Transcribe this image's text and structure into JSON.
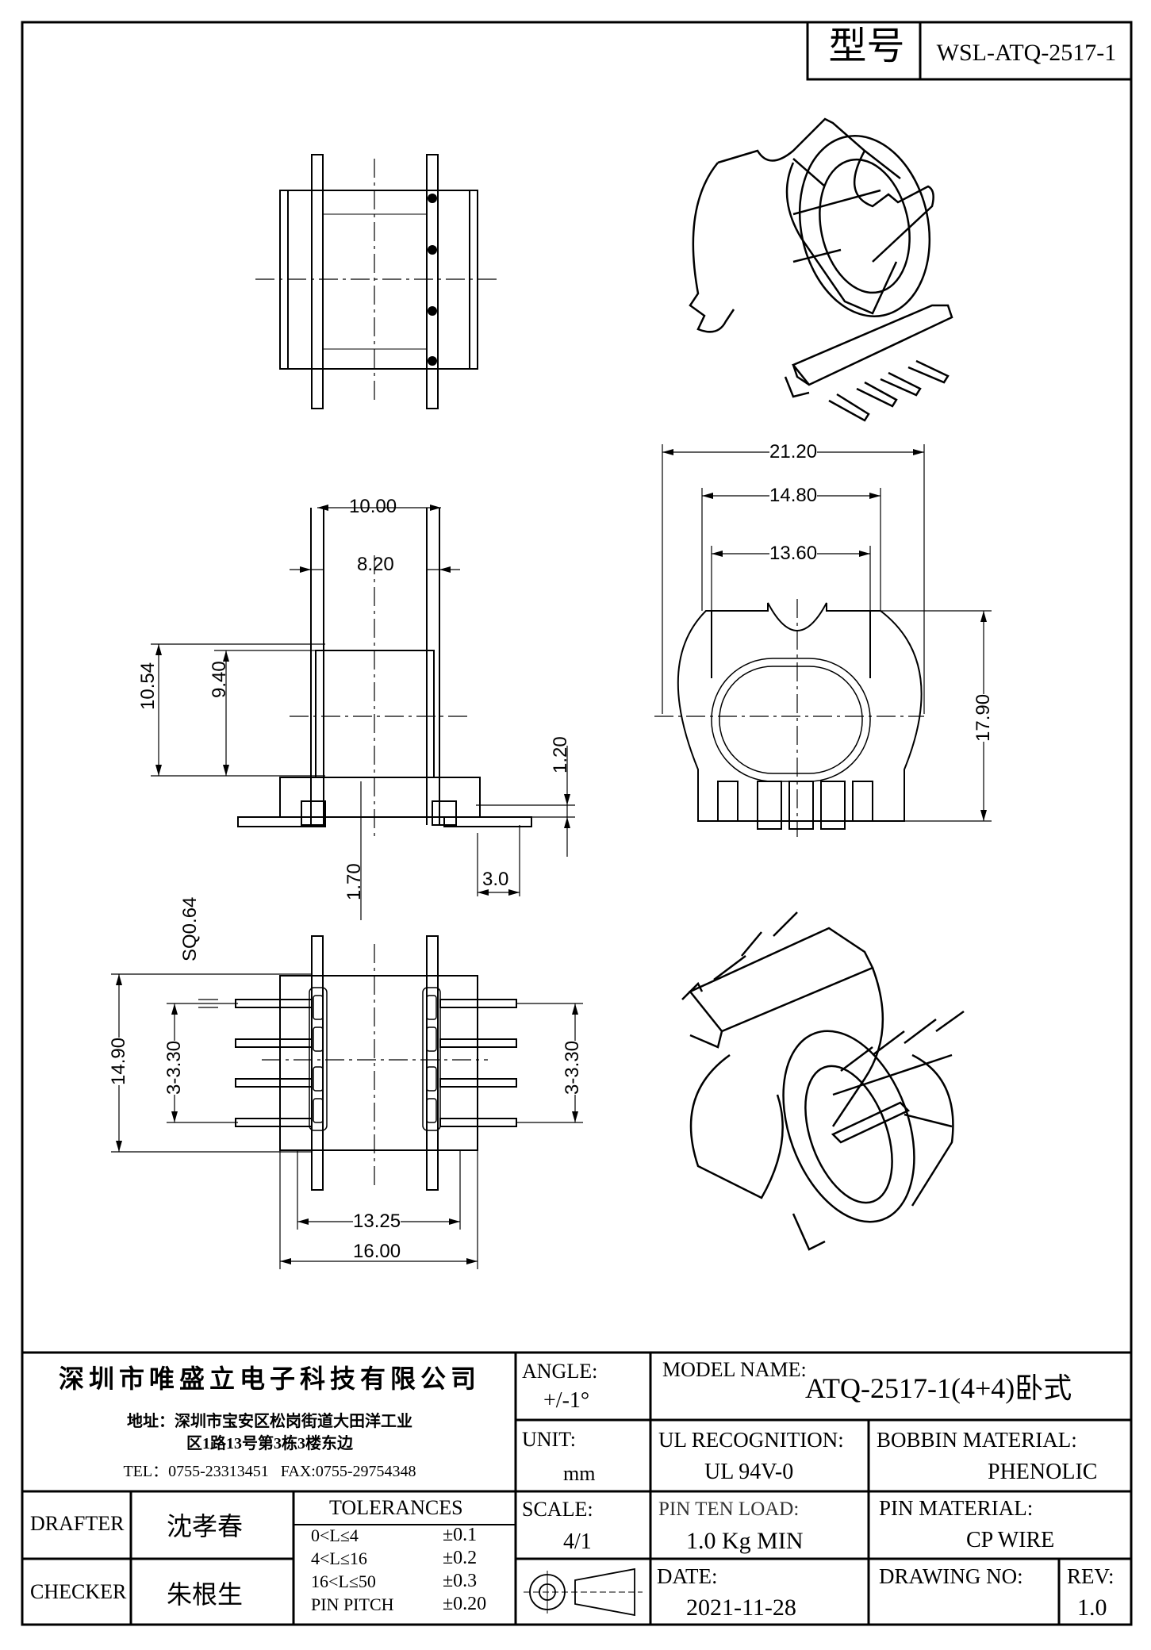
{
  "header": {
    "model_label": "型号",
    "model_code": "WSL-ATQ-2517-1"
  },
  "dimensions": {
    "top_view": {
      "d1": "10.00",
      "d2": "8.20",
      "d3": "10.54",
      "d4": "9.40",
      "d5": "1.20",
      "d6": "1.70",
      "d7": "3.0"
    },
    "front_view": {
      "w1": "21.20",
      "w2": "14.80",
      "w3": "13.60",
      "h1": "17.90"
    },
    "bottom_view": {
      "sq": "SQ0.64",
      "h_total": "14.90",
      "pitch_left": "3-3.30",
      "pitch_right": "3-3.30",
      "w_inner": "13.25",
      "w_outer": "16.00"
    }
  },
  "title_block": {
    "company": "深圳市唯盛立电子科技有限公司",
    "address_line1": "地址：深圳市宝安区松岗街道大田洋工业",
    "address_line2": "区1路13号第3栋3楼东边",
    "contact": "TEL：0755-23313451   FAX:0755-29754348",
    "angle_label": "ANGLE:",
    "angle_value": "+/-1°",
    "model_name_label": "MODEL NAME:",
    "model_name_value": "ATQ-2517-1(4+4)卧式",
    "unit_label": "UNIT:",
    "unit_value": "mm",
    "ul_label": "UL RECOGNITION:",
    "ul_value": "UL 94V-0",
    "bobbin_label": "BOBBIN MATERIAL:",
    "bobbin_value": "PHENOLIC",
    "drafter_label": "DRAFTER",
    "drafter_value": "沈孝春",
    "checker_label": "CHECKER",
    "checker_value": "朱根生",
    "tolerances_label": "TOLERANCES",
    "tolerances": [
      {
        "range": "0<L≤4",
        "value": "±0.1"
      },
      {
        "range": "4<L≤16",
        "value": "±0.2"
      },
      {
        "range": "16<L≤50",
        "value": "±0.3"
      },
      {
        "range": "PIN PITCH",
        "value": "±0.20"
      }
    ],
    "scale_label": "SCALE:",
    "scale_value": "4/1",
    "pin_load_label": "PIN TEN LOAD:",
    "pin_load_value": "1.0 Kg MIN",
    "pin_material_label": "PIN MATERIAL:",
    "pin_material_value": "CP WIRE",
    "date_label": "DATE:",
    "date_value": "2021-11-28",
    "drawing_no_label": "DRAWING NO:",
    "drawing_no_value": "",
    "rev_label": "REV:",
    "rev_value": "1.0"
  }
}
